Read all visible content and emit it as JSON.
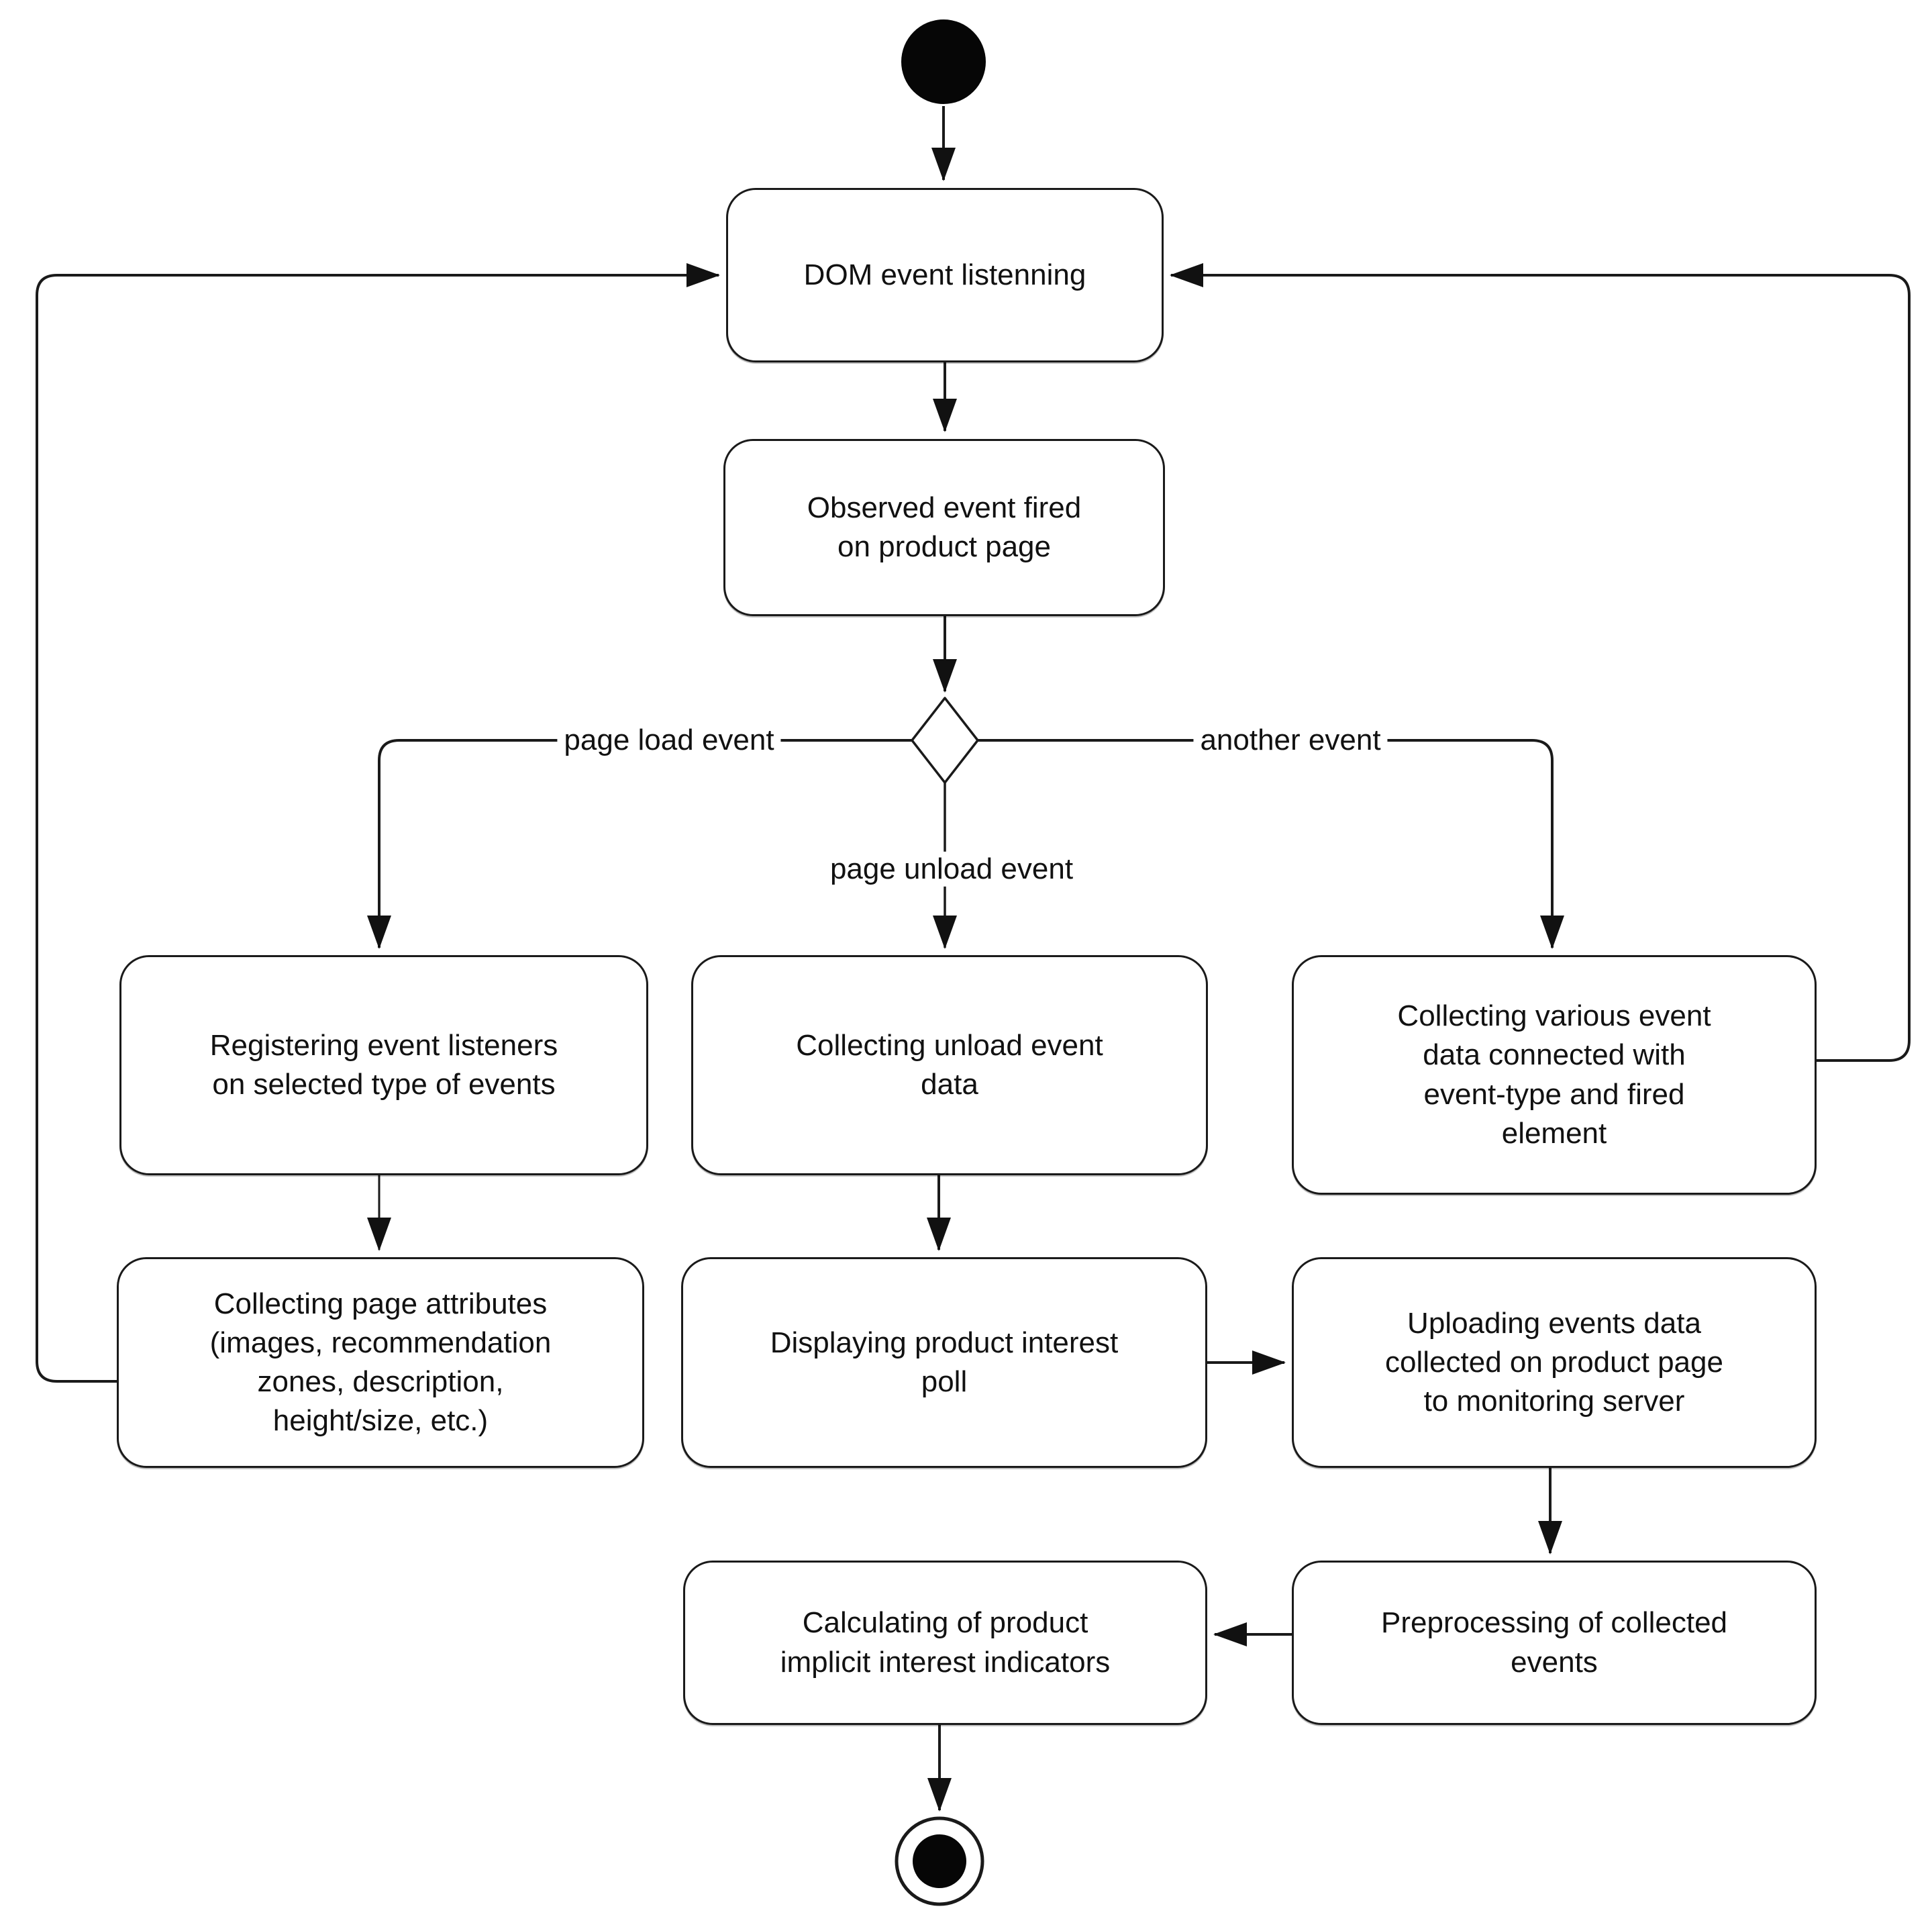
{
  "diagram": {
    "type": "uml-activity-diagram",
    "background_color": "#ffffff",
    "line_color": "#1a1a1a",
    "node_fill_color": "#ffffff",
    "terminal_color": "#000000",
    "nodes": {
      "dom": "DOM event listenning",
      "observed": "Observed event fired\non product page",
      "register": "Registering event listeners\non selected type of events",
      "unload": "Collecting unload event\ndata",
      "various": "Collecting various event\ndata connected with\nevent-type and fired\nelement",
      "pageattr": "Collecting page attributes\n(images, recommendation\nzones, description,\nheight/size, etc.)",
      "poll": "Displaying product interest\npoll",
      "upload": "Uploading events data\ncollected on product page\nto monitoring server",
      "calc": "Calculating of product\nimplicit interest indicators",
      "preproc": "Preprocessing of collected\nevents"
    },
    "edge_labels": {
      "page_load": "page load event",
      "page_unload": "page unload event",
      "another": "another event"
    }
  }
}
